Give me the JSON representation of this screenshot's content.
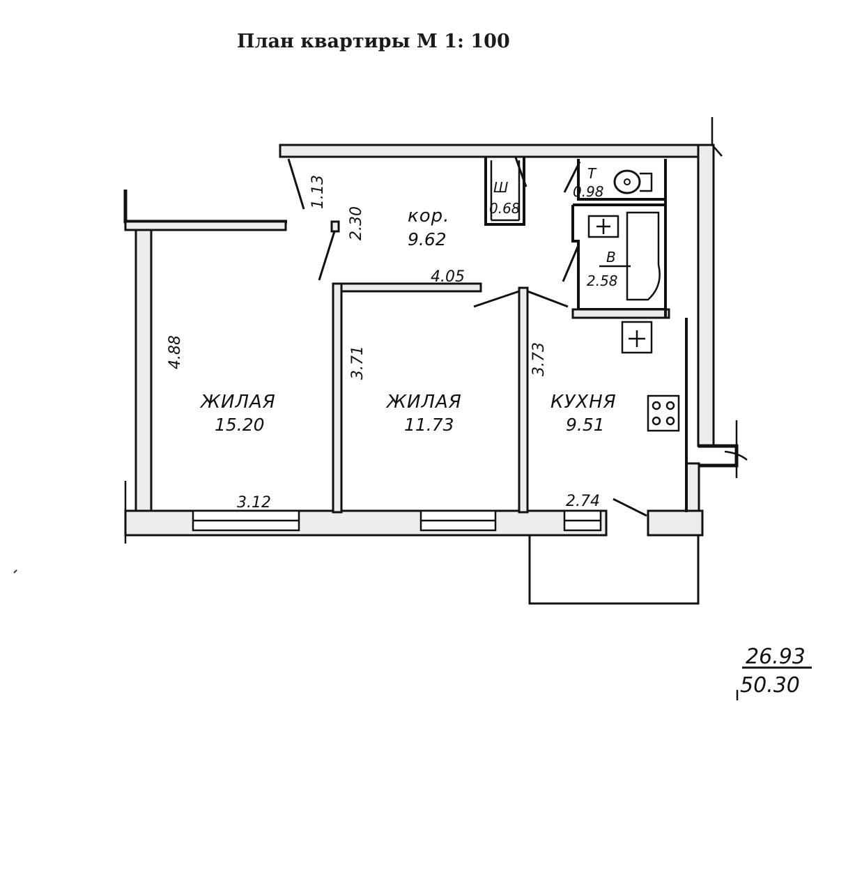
{
  "title": "План квартиры М 1: 100",
  "rooms": {
    "living_1": {
      "name": "ЖИЛАЯ",
      "area": "15.20"
    },
    "living_2": {
      "name": "ЖИЛАЯ",
      "area": "11.73"
    },
    "kitchen": {
      "name": "КУХНЯ",
      "area": "9.51"
    },
    "corridor": {
      "name": "кор.",
      "area": "9.62"
    },
    "closet": {
      "name": "Ш",
      "area": "0.68"
    },
    "toilet": {
      "name": "Т",
      "area": "0.98"
    },
    "bathroom": {
      "name": "В",
      "area": "2.58"
    }
  },
  "dimensions": {
    "living_1_depth": "4.88",
    "living_1_width": "3.12",
    "living_2_depth": "3.71",
    "corridor_width": "4.05",
    "kitchen_depth": "3.73",
    "kitchen_width": "2.74",
    "corridor_depth": "2.30",
    "entrance_width": "1.13"
  },
  "totals": {
    "living_area": "26.93",
    "total_area": "50.30"
  }
}
